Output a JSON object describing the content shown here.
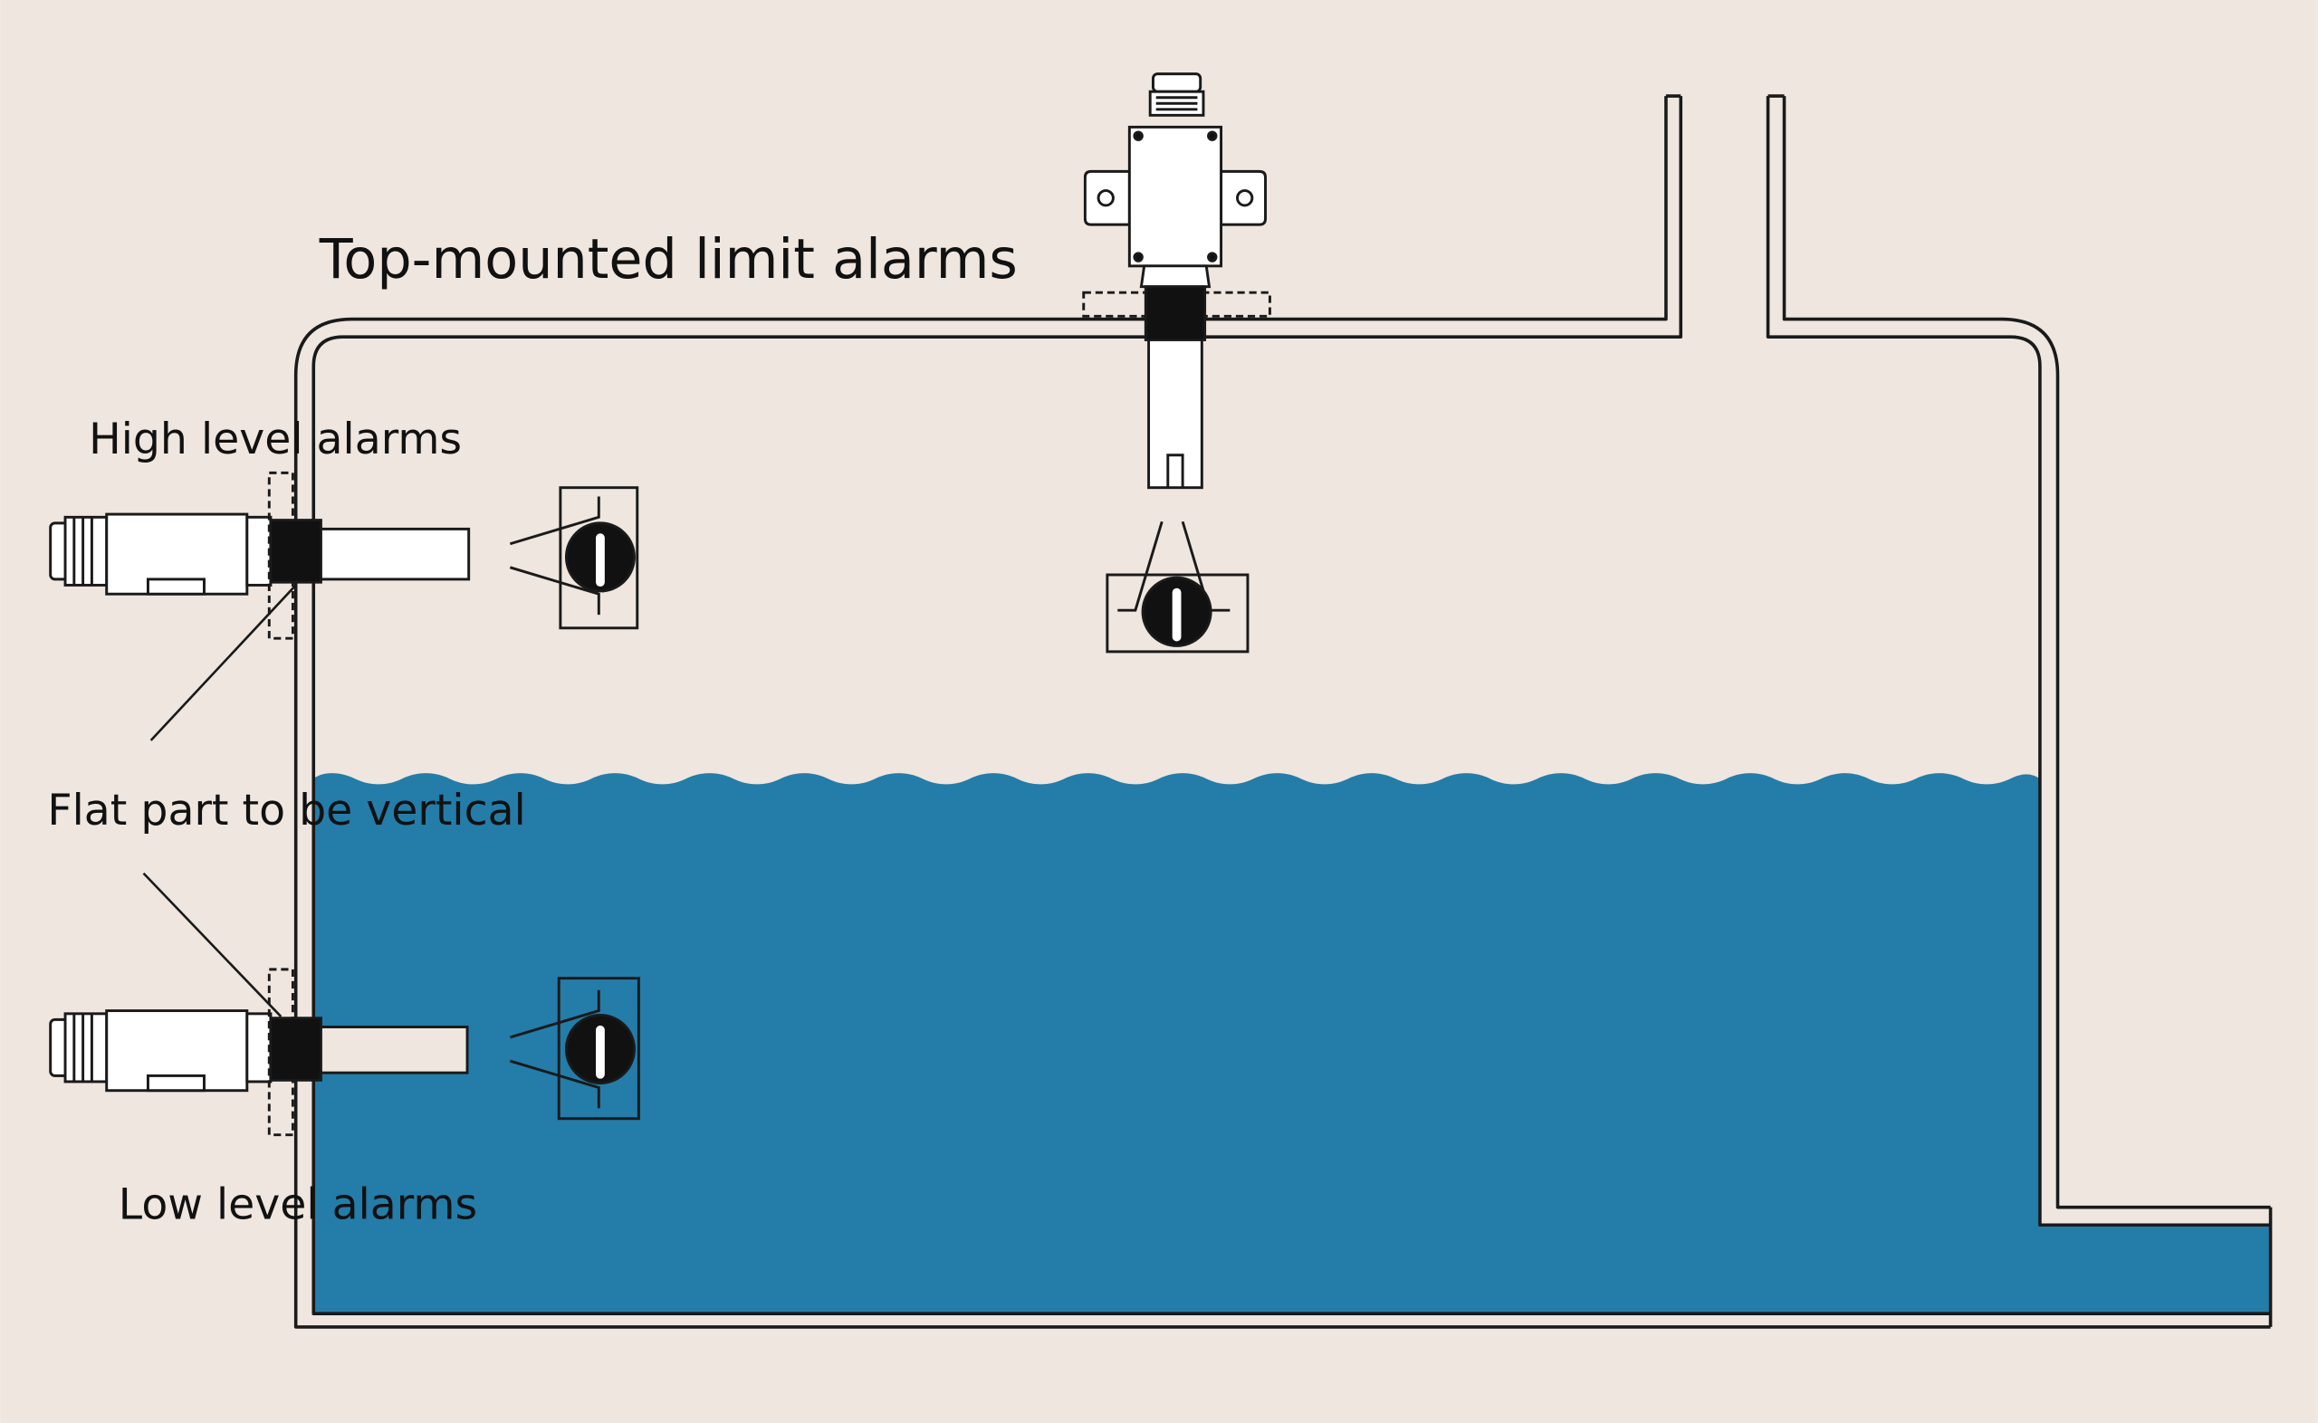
{
  "labels": {
    "top_mounted": "Top-mounted limit alarms",
    "high_level": "High level alarms",
    "flat_part": "Flat part to be vertical",
    "low_level": "Low level alarms"
  },
  "colors": {
    "background": "#eee6df",
    "water": "#247ca9",
    "outline": "#1a1a1a",
    "sensor_fill": "#ffffff",
    "sensor_dark": "#111111"
  }
}
